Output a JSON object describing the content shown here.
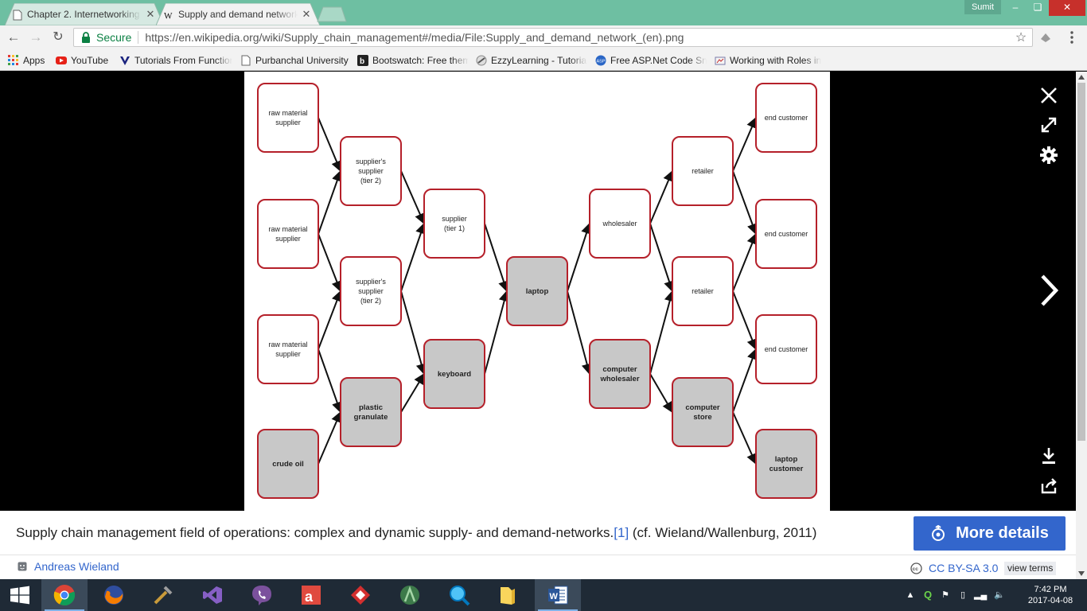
{
  "browser": {
    "tabs": [
      {
        "title": "Chapter 2. Internetworking",
        "active": false
      },
      {
        "title": "Supply and demand network",
        "active": true
      }
    ],
    "profile_name": "Sumit",
    "secure_label": "Secure",
    "url": "https://en.wikipedia.org/wiki/Supply_chain_management#/media/File:Supply_and_demand_network_(en).png",
    "bookmarks": [
      {
        "label": "Apps"
      },
      {
        "label": "YouTube"
      },
      {
        "label": "Tutorials From Functions"
      },
      {
        "label": "Purbanchal University"
      },
      {
        "label": "Bootswatch: Free themes"
      },
      {
        "label": "EzzyLearning - Tutorials"
      },
      {
        "label": "Free ASP.Net Code Snippets"
      },
      {
        "label": "Working with Roles in"
      }
    ]
  },
  "diagram": {
    "nodes": [
      {
        "id": "rm1",
        "lines": [
          "raw material",
          "supplier"
        ],
        "shaded": false
      },
      {
        "id": "rm2",
        "lines": [
          "raw material",
          "supplier"
        ],
        "shaded": false
      },
      {
        "id": "rm3",
        "lines": [
          "raw material",
          "supplier"
        ],
        "shaded": false
      },
      {
        "id": "crude",
        "lines": [
          "crude oil"
        ],
        "shaded": true
      },
      {
        "id": "ss1",
        "lines": [
          "supplier's",
          "supplier",
          "(tier 2)"
        ],
        "shaded": false
      },
      {
        "id": "ss2",
        "lines": [
          "supplier's",
          "supplier",
          "(tier 2)"
        ],
        "shaded": false
      },
      {
        "id": "plastic",
        "lines": [
          "plastic",
          "granulate"
        ],
        "shaded": true
      },
      {
        "id": "sup1",
        "lines": [
          "supplier",
          "(tier 1)"
        ],
        "shaded": false
      },
      {
        "id": "keyboard",
        "lines": [
          "keyboard"
        ],
        "shaded": true
      },
      {
        "id": "laptop",
        "lines": [
          "laptop"
        ],
        "shaded": true
      },
      {
        "id": "wholesaler",
        "lines": [
          "wholesaler"
        ],
        "shaded": false
      },
      {
        "id": "compwhole",
        "lines": [
          "computer",
          "wholesaler"
        ],
        "shaded": true
      },
      {
        "id": "ret1",
        "lines": [
          "retailer"
        ],
        "shaded": false
      },
      {
        "id": "ret2",
        "lines": [
          "retailer"
        ],
        "shaded": false
      },
      {
        "id": "compstore",
        "lines": [
          "computer",
          "store"
        ],
        "shaded": true
      },
      {
        "id": "ec1",
        "lines": [
          "end customer"
        ],
        "shaded": false
      },
      {
        "id": "ec2",
        "lines": [
          "end customer"
        ],
        "shaded": false
      },
      {
        "id": "ec3",
        "lines": [
          "end customer"
        ],
        "shaded": false
      },
      {
        "id": "lapcust",
        "lines": [
          "laptop",
          "customer"
        ],
        "shaded": true
      }
    ],
    "edges": [
      [
        "rm1",
        "ss1"
      ],
      [
        "rm2",
        "ss1"
      ],
      [
        "rm2",
        "ss2"
      ],
      [
        "rm3",
        "ss2"
      ],
      [
        "rm3",
        "plastic"
      ],
      [
        "crude",
        "plastic"
      ],
      [
        "ss1",
        "sup1"
      ],
      [
        "ss2",
        "sup1"
      ],
      [
        "ss2",
        "keyboard"
      ],
      [
        "plastic",
        "keyboard"
      ],
      [
        "sup1",
        "laptop"
      ],
      [
        "keyboard",
        "laptop"
      ],
      [
        "laptop",
        "wholesaler"
      ],
      [
        "laptop",
        "compwhole"
      ],
      [
        "wholesaler",
        "ret1"
      ],
      [
        "wholesaler",
        "ret2"
      ],
      [
        "compwhole",
        "ret2"
      ],
      [
        "compwhole",
        "compstore"
      ],
      [
        "ret1",
        "ec1"
      ],
      [
        "ret1",
        "ec2"
      ],
      [
        "ret2",
        "ec2"
      ],
      [
        "ret2",
        "ec3"
      ],
      [
        "compstore",
        "ec3"
      ],
      [
        "compstore",
        "lapcust"
      ]
    ],
    "shade_color": "#c8c8c8",
    "border_color": "#b5202a"
  },
  "caption": {
    "text": "Supply chain management field of operations: complex and dynamic supply- and demand-networks.",
    "ref": "[1]",
    "rest": " (cf. Wieland/Wallenburg, 2011)",
    "more_details": "More details",
    "author": "Andreas Wieland",
    "license": "CC BY-SA 3.0",
    "view_terms": "view terms"
  },
  "taskbar": {
    "time": "7:42 PM",
    "date": "2017-04-08"
  },
  "colors": {
    "tab_strip": "#6ebfa2",
    "link": "#3366cc",
    "button": "#3366cc",
    "taskbar": "#1f2a36"
  }
}
